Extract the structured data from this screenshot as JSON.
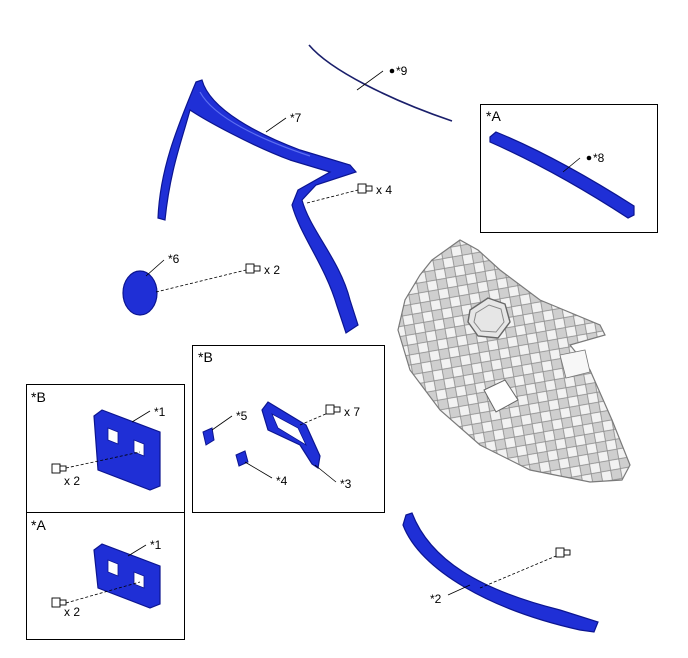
{
  "labels": {
    "p9": "*9",
    "p7": "*7",
    "p8": "*8",
    "p6": "*6",
    "p5": "*5",
    "p4": "*4",
    "p3": "*3",
    "p2": "*2",
    "p1_b": "*1",
    "p1_a": "*1",
    "qty_x4": "x 4",
    "qty_x2_p6": "x 2",
    "qty_x7": "x 7",
    "qty_x2_b": "x 2",
    "qty_x2_a": "x 2"
  },
  "boxes": {
    "box_a_top": "*A",
    "box_b_mid": "*B",
    "box_b_left": "*B",
    "box_a_left": "*A"
  },
  "colors": {
    "part_blue": "#1f2fd6",
    "part_blue_dark": "#0c1590",
    "grille_gray": "#d9d9d9",
    "grille_line": "#8a8a8a"
  }
}
